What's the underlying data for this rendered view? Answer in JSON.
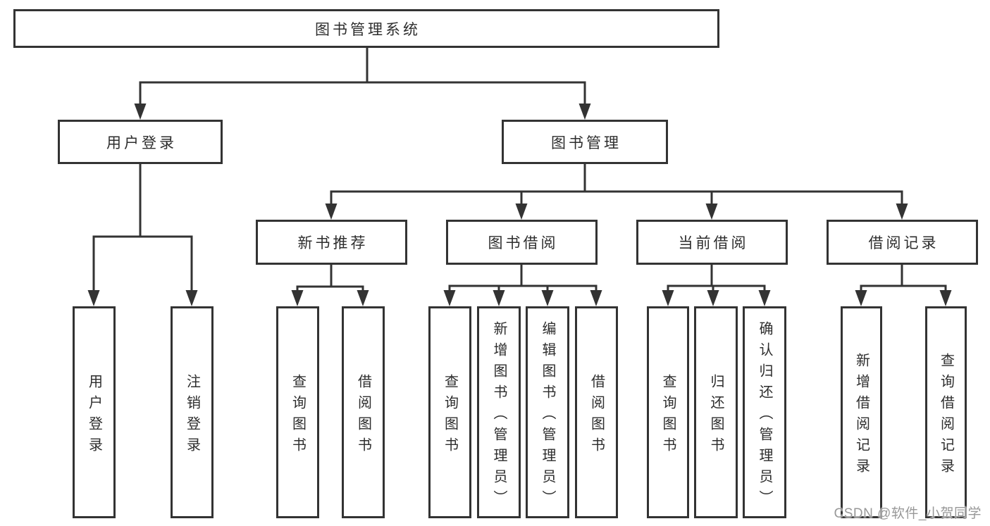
{
  "colors": {
    "line": "#333333",
    "box-border": "#333333",
    "box-fill": "#ffffff",
    "text": "#2d2d2d",
    "watermark": "#989898"
  },
  "watermark": {
    "text": "CSDN @软件_小贺同学"
  },
  "tree": {
    "root": {
      "label": "图书管理系统"
    },
    "branches": [
      {
        "label": "用户登录",
        "children": [
          {
            "label": "用户登录"
          },
          {
            "label": "注销登录"
          }
        ]
      },
      {
        "label": "图书管理",
        "children": [
          {
            "label": "新书推荐",
            "children": [
              {
                "label": "查询图书"
              },
              {
                "label": "借阅图书"
              }
            ]
          },
          {
            "label": "图书借阅",
            "children": [
              {
                "label": "查询图书"
              },
              {
                "label": "新增图书（管理员）"
              },
              {
                "label": "编辑图书（管理员）"
              },
              {
                "label": "借阅图书"
              }
            ]
          },
          {
            "label": "当前借阅",
            "children": [
              {
                "label": "查询图书"
              },
              {
                "label": "归还图书"
              },
              {
                "label": "确认归还（管理员）"
              }
            ]
          },
          {
            "label": "借阅记录",
            "children": [
              {
                "label": "新增借阅记录"
              },
              {
                "label": "查询借阅记录"
              }
            ]
          }
        ]
      }
    ]
  }
}
